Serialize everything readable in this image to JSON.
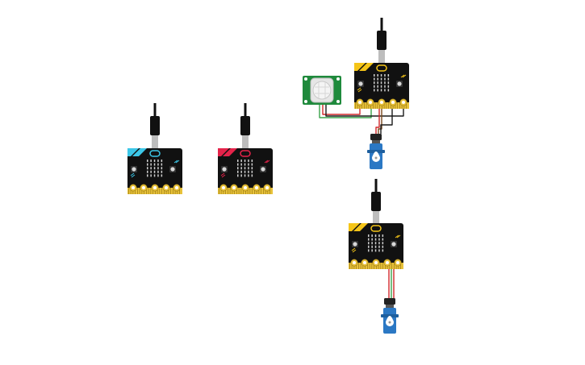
{
  "canvas": {
    "background": "#ffffff"
  },
  "colors": {
    "board": "#111111",
    "gold_pin": "#e8c23a",
    "led": "#cfcfcf",
    "button": "#d8d8d8",
    "usb_cable": "#111111",
    "usb_plug": "#bdbdbd",
    "servo_body": "#2b78c4",
    "servo_horn": "#ffffff",
    "pir_board": "#1f8a3c",
    "pir_dome": "#f1f1f1",
    "wire_red": "#d1292b",
    "wire_green": "#3aa34a",
    "wire_black": "#1b1b1b",
    "wire_brown": "#7a4a1e"
  },
  "boards": [
    {
      "id": "microbit-cyan",
      "accent": "#3cc7e8"
    },
    {
      "id": "microbit-red",
      "accent": "#e5234a"
    },
    {
      "id": "microbit-yellow-pir",
      "accent": "#f5c518"
    },
    {
      "id": "microbit-yellow-servo",
      "accent": "#f5c518"
    }
  ],
  "components": {
    "pir_sensor": {
      "icon": "pir-motion-sensor-icon"
    },
    "servo_a": {
      "icon": "servo-motor-icon"
    },
    "servo_b": {
      "icon": "servo-motor-icon"
    },
    "usb": {
      "icon": "usb-cable-icon"
    }
  }
}
